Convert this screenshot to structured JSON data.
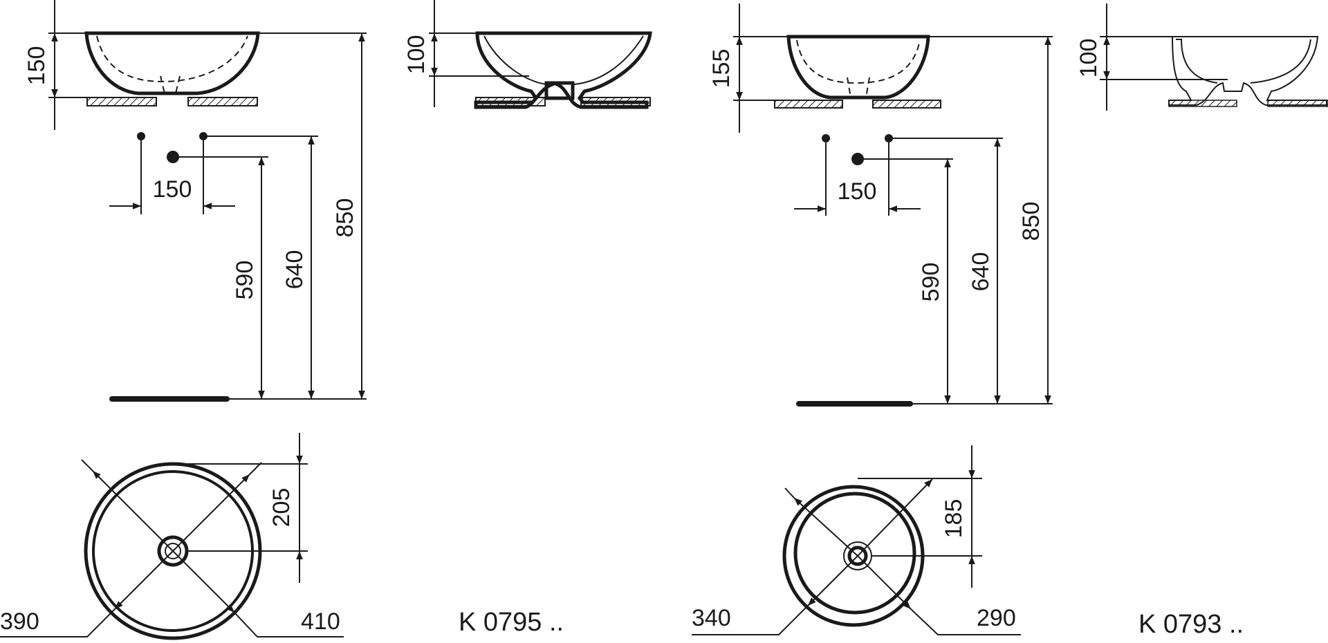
{
  "drawing_a": {
    "model_code": "K 0795 ..",
    "side_bowl_height": "150",
    "front_bowl_height": "100",
    "tap_spacing": "150",
    "height_waste": "590",
    "height_tap_low": "640",
    "height_rim": "850",
    "plan_offset": "205",
    "inner_diameter": "390",
    "outer_diameter": "410"
  },
  "drawing_b": {
    "model_code": "K 0793 ..",
    "side_bowl_height": "155",
    "front_bowl_height": "100",
    "tap_spacing": "150",
    "height_waste": "590",
    "height_tap_low": "640",
    "height_rim": "850",
    "plan_offset": "185",
    "inner_diameter": "340",
    "outer_diameter": "290"
  },
  "colors": {
    "line": "#1a1a1a",
    "background": "#ffffff"
  }
}
